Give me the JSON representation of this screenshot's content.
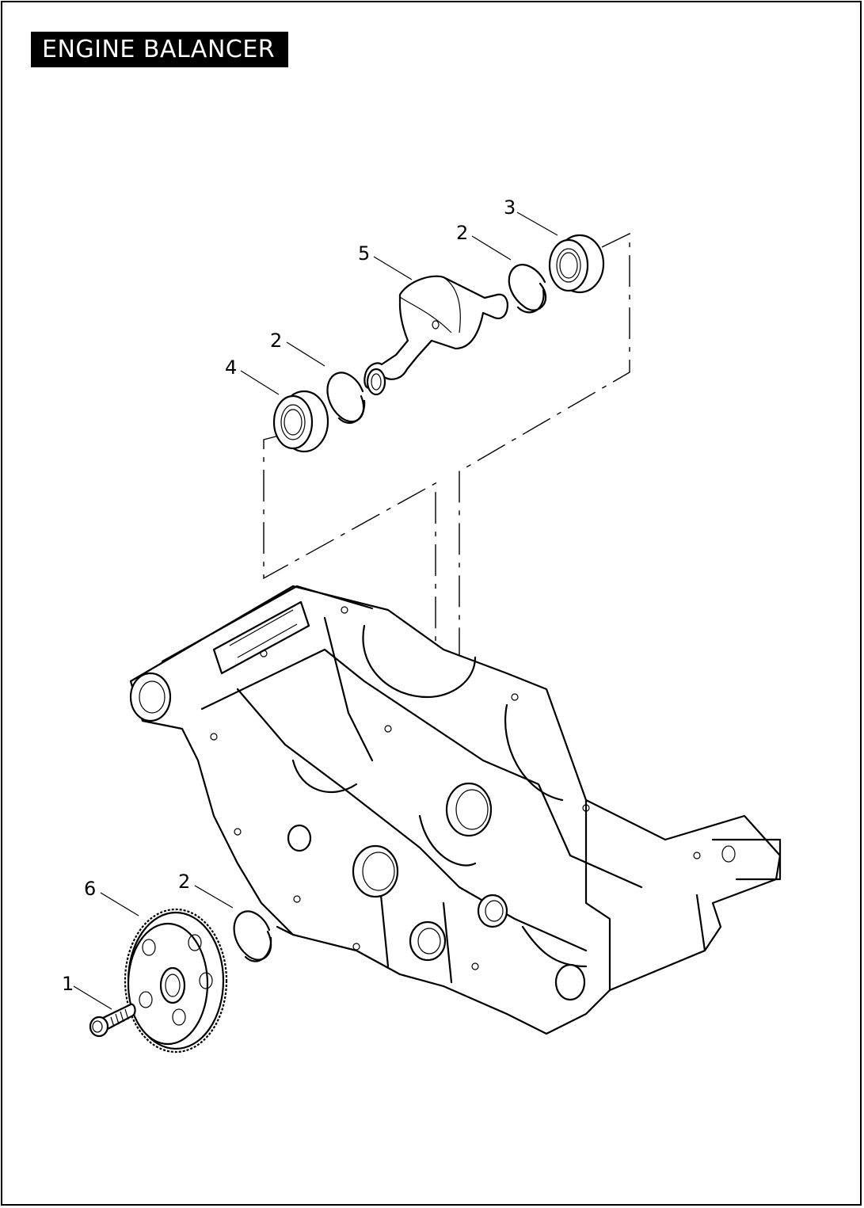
{
  "title": "ENGINE BALANCER",
  "callouts": {
    "c1": "1",
    "c2a": "2",
    "c2b": "2",
    "c2c": "2",
    "c3": "3",
    "c4": "4",
    "c5": "5",
    "c6": "6"
  }
}
